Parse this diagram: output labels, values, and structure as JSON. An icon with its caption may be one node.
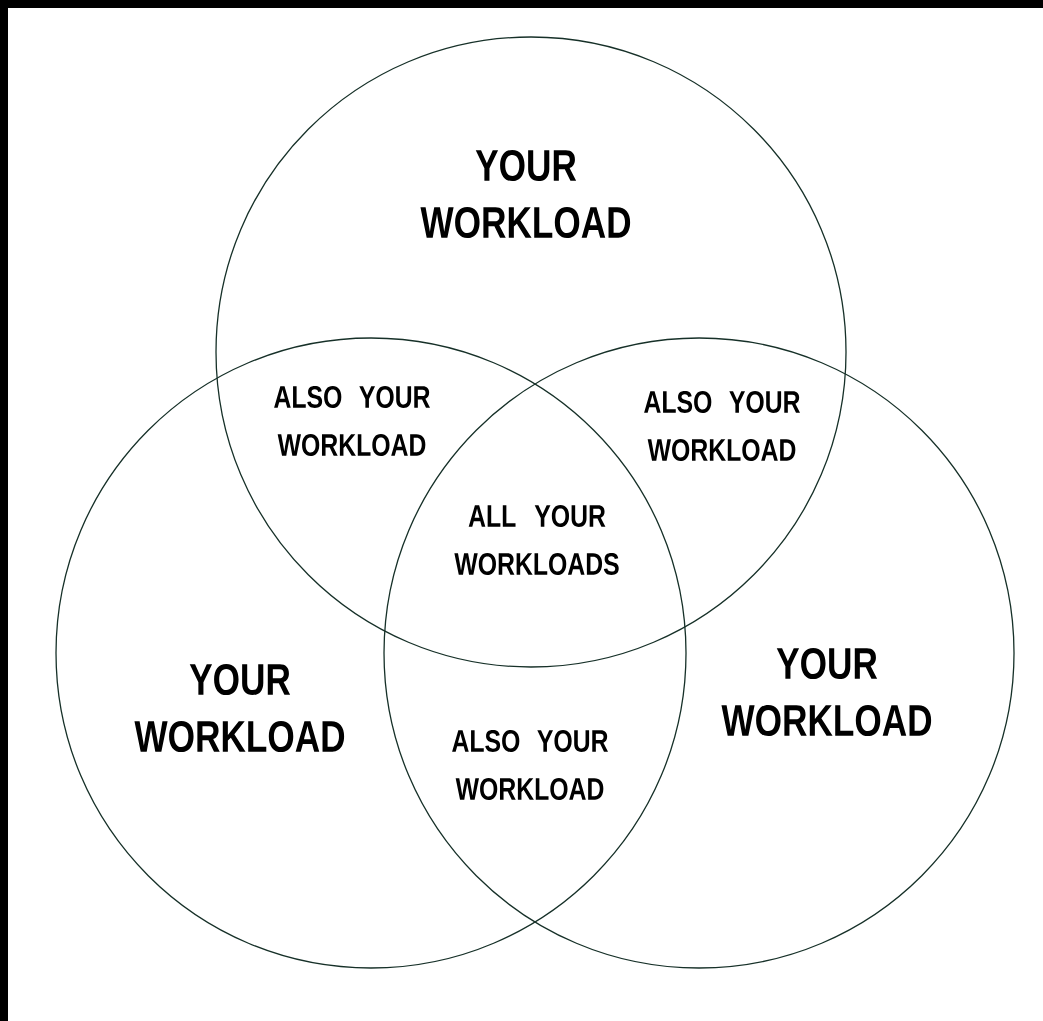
{
  "diagram": {
    "nodes": [
      {
        "text": [
          "YOUR WORKLOAD"
        ]
      },
      {
        "text": [
          "YOUR WORKLOAD"
        ]
      },
      {
        "text": [
          "YOUR WORKLOAD"
        ]
      }
    ],
    "labels": [
      "ALSO YOUR WORKLOAD",
      "ALSO YOUR WORKLOAD",
      "ALL YOUR WORKLOADS",
      "ALSO YOUR WORKLOAD"
    ]
  }
}
